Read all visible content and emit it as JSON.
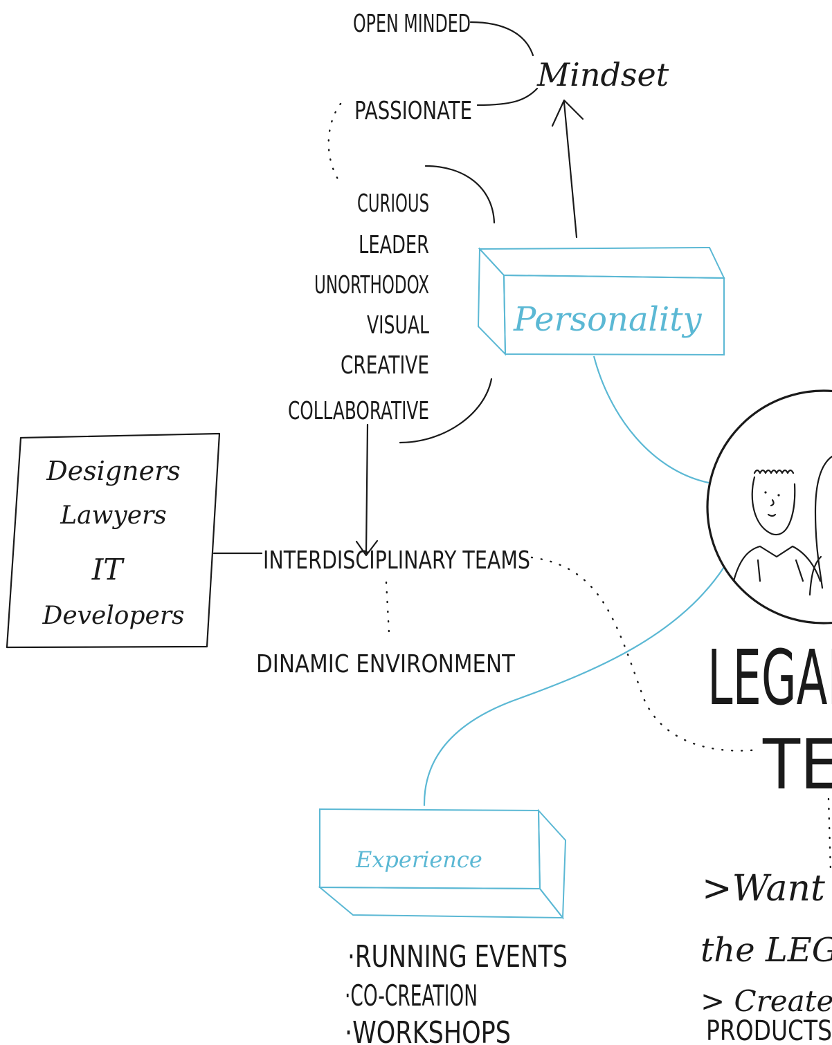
{
  "colors": {
    "ink": "#1a1a1a",
    "accent": "#5bb8d4",
    "background": "#ffffff"
  },
  "mindset": {
    "label": "Mindset",
    "open_minded": "OPEN MINDED",
    "passionate": "PASSIONATE"
  },
  "traits": [
    "CURIOUS",
    "LEADER",
    "UNORTHODOX",
    "VISUAL",
    "CREATIVE",
    "COLLABORATIVE"
  ],
  "personality_box": {
    "label": "Personality"
  },
  "disciplines_box": {
    "items": [
      "Designers",
      "Lawyers",
      "IT",
      "Developers"
    ]
  },
  "teams": {
    "interdisciplinary": "INTERDISCIPLINARY TEAMS",
    "environment": "DINAMIC ENVIRONMENT"
  },
  "experience_box": {
    "label": "Experience"
  },
  "experience_items": [
    "·RUNNING EVENTS",
    "·CO-CREATION",
    "·WORKSHOPS"
  ],
  "center": {
    "title_line1": "LEGAL",
    "title_line2": "TE"
  },
  "notes": {
    "want": ">Want",
    "the_leg": "the LEG",
    "creates": "> Creates",
    "products": "PRODUCTS"
  },
  "icons": {
    "portrait": "people-portrait-icon",
    "arrow": "arrow-up-icon"
  }
}
